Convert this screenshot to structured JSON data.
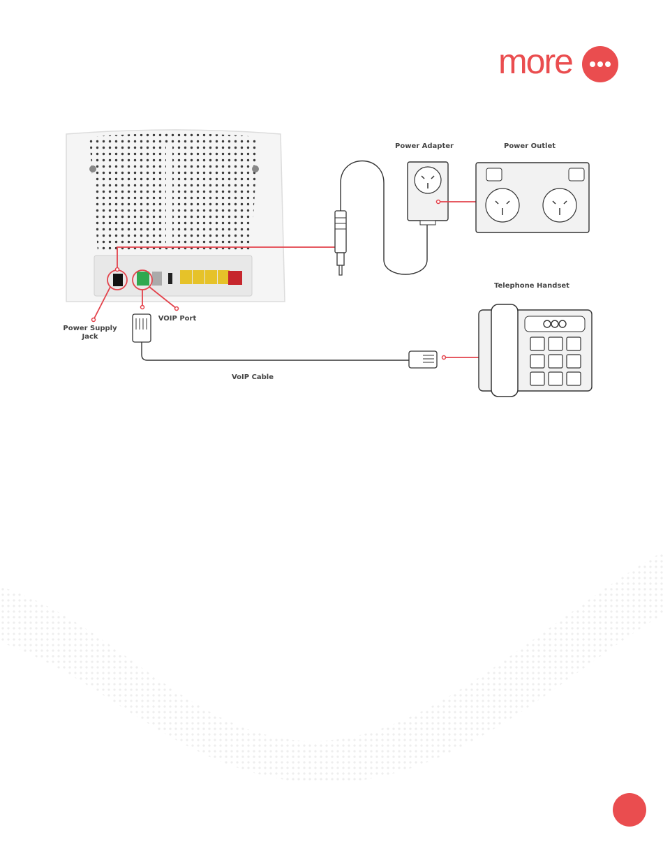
{
  "brand": {
    "name": "more",
    "color": "#ea4d4f"
  },
  "labels": {
    "power_adapter": "Power Adapter",
    "power_outlet": "Power Outlet",
    "telephone_handset": "Telephone Handset",
    "power_supply_jack_line1": "Power Supply",
    "power_supply_jack_line2": "Jack",
    "voip_port": "VOIP Port",
    "voip_cable": "VoIP Cable"
  },
  "icons": [
    "router-icon",
    "dc-plug-icon",
    "power-adapter-icon",
    "power-outlet-icon",
    "rj11-plug-icon",
    "telephone-icon",
    "more-dots-icon"
  ]
}
